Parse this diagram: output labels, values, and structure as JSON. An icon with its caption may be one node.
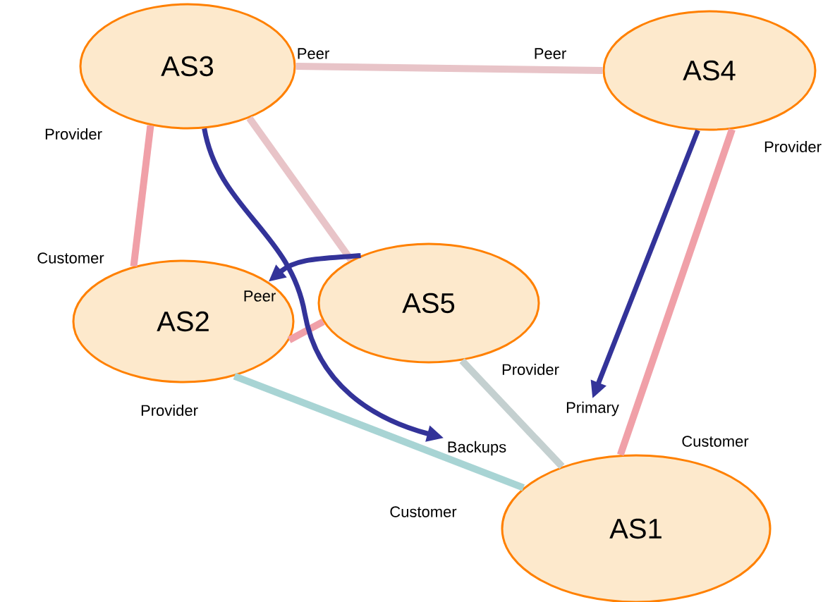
{
  "diagram": {
    "nodes": [
      {
        "text": [
          "AS3"
        ]
      },
      {
        "text": [
          "AS4"
        ]
      },
      {
        "text": [
          "AS2"
        ]
      },
      {
        "text": [
          "AS5"
        ]
      },
      {
        "text": [
          "AS1"
        ]
      },
      {
        "text": [
          "Primary"
        ]
      },
      {
        "text": [
          "Backups"
        ]
      }
    ],
    "edges": [
      {
        "from": 0,
        "to": 1,
        "arrow": "none",
        "color": "#e8c4c8"
      },
      {
        "from": 0,
        "to": 2,
        "arrow": "none",
        "color": "#f0a0a8"
      },
      {
        "from": 0,
        "to": 3,
        "arrow": "none",
        "color": "#e8c4c8"
      },
      {
        "from": 1,
        "to": 4,
        "arrow": "none",
        "color": "#f0a0a8"
      },
      {
        "from": 2,
        "to": 3,
        "arrow": "none",
        "color": "#f0a0a8"
      },
      {
        "from": 2,
        "to": 4,
        "arrow": "none",
        "color": "#a8d4d4"
      },
      {
        "from": 3,
        "to": 4,
        "arrow": "none",
        "color": "#c4d0d0"
      },
      {
        "from": 3,
        "to": 2,
        "arrow": "to",
        "color": "#333399"
      },
      {
        "from": 1,
        "to": 5,
        "arrow": "to",
        "color": "#333399"
      },
      {
        "from": 0,
        "to": 6,
        "arrow": "to",
        "color": "#333399"
      }
    ],
    "labels": [
      "Peer",
      "Peer",
      "Provider",
      "Provider",
      "Customer",
      "Peer",
      "Provider",
      "Provider",
      "Customer",
      "Customer"
    ]
  }
}
